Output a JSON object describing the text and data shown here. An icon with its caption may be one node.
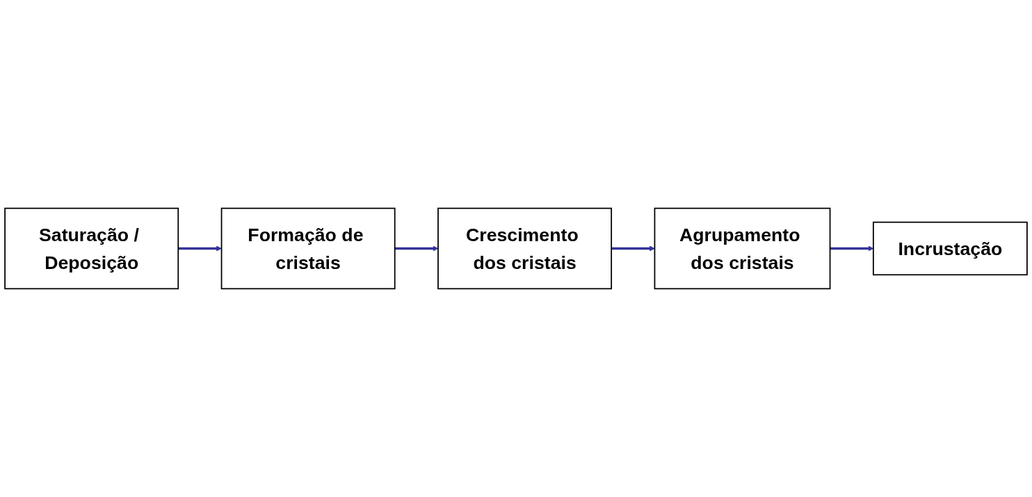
{
  "diagram": {
    "nodes": [
      {
        "text": [
          "Saturação / Deposição"
        ]
      },
      {
        "text": [
          "Formação de cristais"
        ]
      },
      {
        "text": [
          "Crescimento dos cristais"
        ]
      },
      {
        "text": [
          "Agrupamento dos cristais"
        ]
      },
      {
        "text": [
          "Incrustação"
        ]
      }
    ],
    "edges": [
      {
        "from": 0,
        "to": 1,
        "arrow": "to"
      },
      {
        "from": 1,
        "to": 2,
        "arrow": "to"
      },
      {
        "from": 2,
        "to": 3,
        "arrow": "to"
      },
      {
        "from": 3,
        "to": 4,
        "arrow": "to"
      }
    ]
  }
}
